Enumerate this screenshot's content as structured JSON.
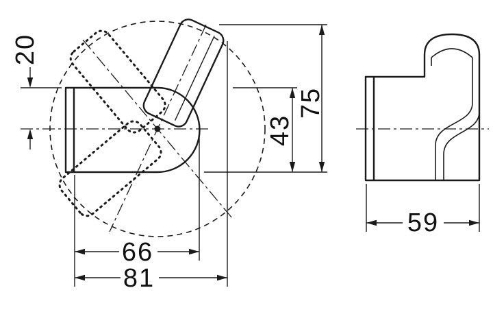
{
  "drawing": {
    "dimensions": {
      "offset_top": "20",
      "height_total": "75",
      "height_body": "43",
      "width_body": "66",
      "width_total": "81",
      "depth": "59"
    },
    "colors": {
      "line": "#1a1a1a",
      "background": "#ffffff"
    }
  }
}
